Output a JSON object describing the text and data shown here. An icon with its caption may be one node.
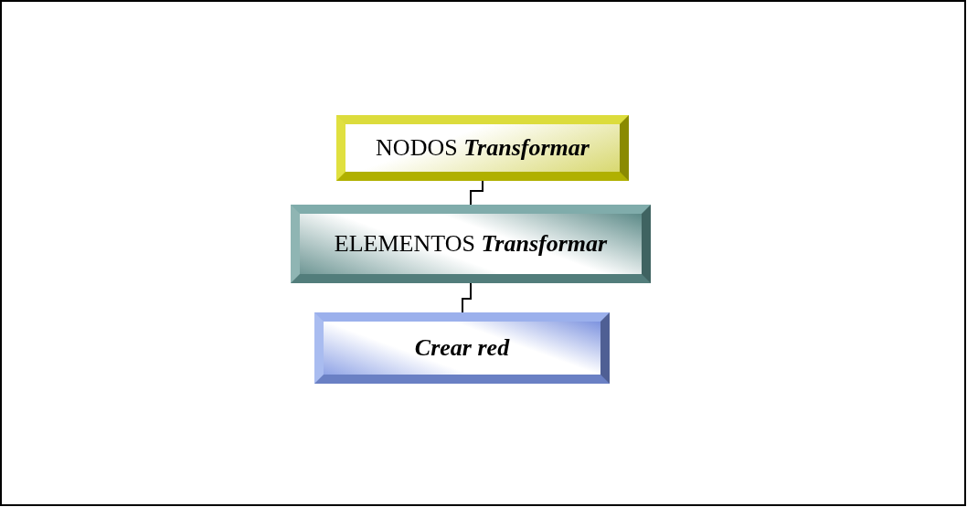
{
  "diagram": {
    "nodes": [
      {
        "text": [
          "NODOS *Transformar*"
        ]
      },
      {
        "text": [
          "ELEMENTOS *Transformar*"
        ]
      },
      {
        "text": [
          "Crear red"
        ]
      }
    ],
    "edges": [
      {
        "from": 0,
        "to": 1,
        "arrow": "none"
      },
      {
        "from": 1,
        "to": 2,
        "arrow": "none"
      }
    ]
  }
}
